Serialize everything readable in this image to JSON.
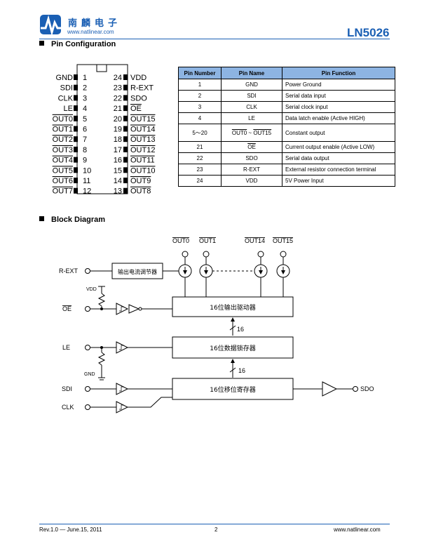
{
  "header": {
    "company_cn": "南麟电子",
    "website": "www.natlinear.com",
    "part_number": "LN5026"
  },
  "sections": {
    "pin_config_title": "Pin Configuration",
    "block_diagram_title": "Block Diagram"
  },
  "pinout": {
    "left": [
      {
        "name": "GND",
        "num": "1",
        "overline": false
      },
      {
        "name": "SDI",
        "num": "2",
        "overline": false
      },
      {
        "name": "CLK",
        "num": "3",
        "overline": false
      },
      {
        "name": "LE",
        "num": "4",
        "overline": false
      },
      {
        "name": "OUT0",
        "num": "5",
        "overline": true
      },
      {
        "name": "OUT1",
        "num": "6",
        "overline": true
      },
      {
        "name": "OUT2",
        "num": "7",
        "overline": true
      },
      {
        "name": "OUT3",
        "num": "8",
        "overline": true
      },
      {
        "name": "OUT4",
        "num": "9",
        "overline": true
      },
      {
        "name": "OUT5",
        "num": "10",
        "overline": true
      },
      {
        "name": "OUT6",
        "num": "11",
        "overline": true
      },
      {
        "name": "OUT7",
        "num": "12",
        "overline": true
      }
    ],
    "right": [
      {
        "name": "VDD",
        "num": "24",
        "overline": false
      },
      {
        "name": "R-EXT",
        "num": "23",
        "overline": false
      },
      {
        "name": "SDO",
        "num": "22",
        "overline": false
      },
      {
        "name": "OE",
        "num": "21",
        "overline": true
      },
      {
        "name": "OUT15",
        "num": "20",
        "overline": true
      },
      {
        "name": "OUT14",
        "num": "19",
        "overline": true
      },
      {
        "name": "OUT13",
        "num": "18",
        "overline": true
      },
      {
        "name": "OUT12",
        "num": "17",
        "overline": true
      },
      {
        "name": "OUT11",
        "num": "16",
        "overline": true
      },
      {
        "name": "OUT10",
        "num": "15",
        "overline": true
      },
      {
        "name": "OUT9",
        "num": "14",
        "overline": true
      },
      {
        "name": "OUT8",
        "num": "13",
        "overline": true
      }
    ]
  },
  "pin_table": {
    "headers": [
      "Pin Number",
      "Pin Name",
      "Pin Function"
    ],
    "rows": [
      {
        "num": "1",
        "name": "GND",
        "func": "Power Ground"
      },
      {
        "num": "2",
        "name": "SDI",
        "func": "Serial data input"
      },
      {
        "num": "3",
        "name": "CLK",
        "func": "Serial clock input"
      },
      {
        "num": "4",
        "name": "LE",
        "func": "Data latch enable (Active HIGH)"
      },
      {
        "num": "5～20",
        "name": "OUT0 ~ OUT15",
        "func": "Constant output"
      },
      {
        "num": "21",
        "name": "OE",
        "func": "Current output enable (Active LOW)"
      },
      {
        "num": "22",
        "name": "SDO",
        "func": "Serial data output"
      },
      {
        "num": "23",
        "name": "R-EXT",
        "func": "External resistor connection terminal"
      },
      {
        "num": "24",
        "name": "VDD",
        "func": "5V Power Input"
      }
    ]
  },
  "block_diagram": {
    "out_labels": [
      "OUT0",
      "OUT1",
      "OUT14",
      "OUT15"
    ],
    "inputs": {
      "rext": "R-EXT",
      "oe": "OE",
      "le": "LE",
      "sdi": "SDI",
      "clk": "CLK"
    },
    "vdd": "VDD",
    "gnd": "GND",
    "sdo": "SDO",
    "regulator": "输出电流调节器",
    "driver": "16位输出驱动器",
    "latch": "16位数据锁存器",
    "shift": "16位移位寄存器",
    "bus1": "16",
    "bus2": "16"
  },
  "footer": {
    "revision": "Rev.1.0 — June.15, 2011",
    "page": "2",
    "website": "www.natlinear.com"
  }
}
